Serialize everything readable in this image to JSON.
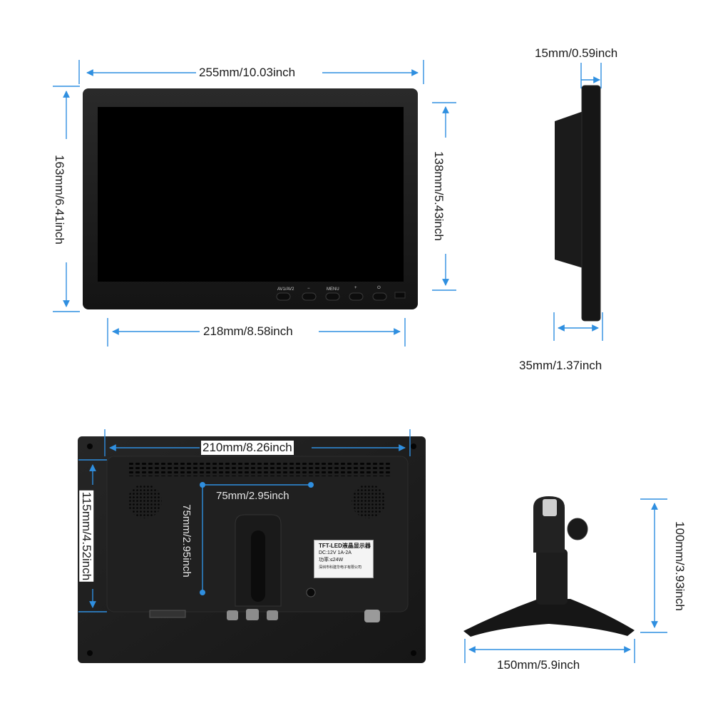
{
  "dimensions": {
    "front_top_width": "255mm/10.03inch",
    "front_left_height": "163mm/6.41inch",
    "front_right_screen_height": "138mm/5.43inch",
    "front_bottom_screen_width": "218mm/8.58inch",
    "side_panel_thickness": "15mm/0.59inch",
    "side_total_depth": "35mm/1.37inch",
    "back_top_width": "210mm/8.26inch",
    "back_left_height": "115mm/4.52inch",
    "vesa_horizontal": "75mm/2.95inch",
    "vesa_vertical": "75mm/2.95inch",
    "stand_height": "100mm/3.93inch",
    "stand_width": "150mm/5.9inch"
  },
  "buttons": {
    "av": "AV1/AV2",
    "minus": "−",
    "menu": "MENU",
    "plus": "+",
    "power": "⏻"
  },
  "sticker": {
    "title": "TFT-LED液晶显示器",
    "input": "DC:12V 1A-2A",
    "power": "功率:≤24W",
    "maker": "深圳市科建华电子有限公司"
  },
  "colors": {
    "dimension_line": "#2f8fe0",
    "device_body": "#1c1c1c",
    "screen": "#000000"
  }
}
